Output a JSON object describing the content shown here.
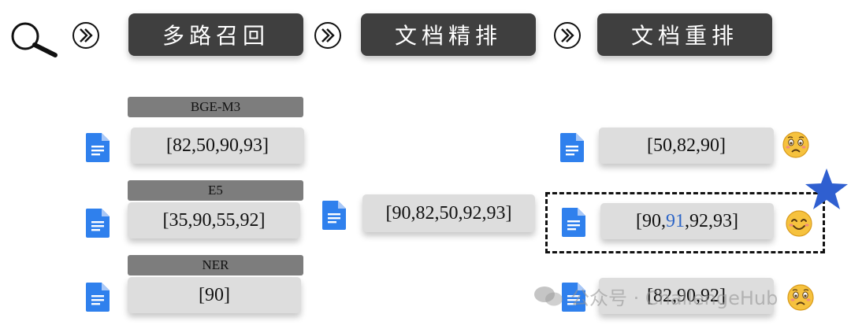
{
  "stages": [
    {
      "label": "多路召回"
    },
    {
      "label": "文档精排"
    },
    {
      "label": "文档重排"
    }
  ],
  "recall": [
    {
      "model": "BGE-M3",
      "list": "[82,50,90,93]"
    },
    {
      "model": "E5",
      "list": "[35,90,55,92]"
    },
    {
      "model": "NER",
      "list": "[90]"
    }
  ],
  "rank": {
    "list": "[90,82,50,92,93]"
  },
  "rerank": [
    {
      "list": "[50,82,90]",
      "emoji": "worried-face"
    },
    {
      "prefix": "[90,",
      "highlight": "91",
      "suffix": ",92,93]",
      "emoji": "smiling-face"
    },
    {
      "list": "[82,90,92]",
      "emoji": "worried-face"
    }
  ],
  "watermark": {
    "text": "公众号 · ChallengeHub"
  },
  "colors": {
    "stage_bg": "#3f3f3f",
    "tag_bg": "#7d7d7d",
    "box_bg": "#dddddd",
    "doc_blue": "#2f80ed",
    "star": "#2f5fd0",
    "highlight": "#2e66c7"
  }
}
